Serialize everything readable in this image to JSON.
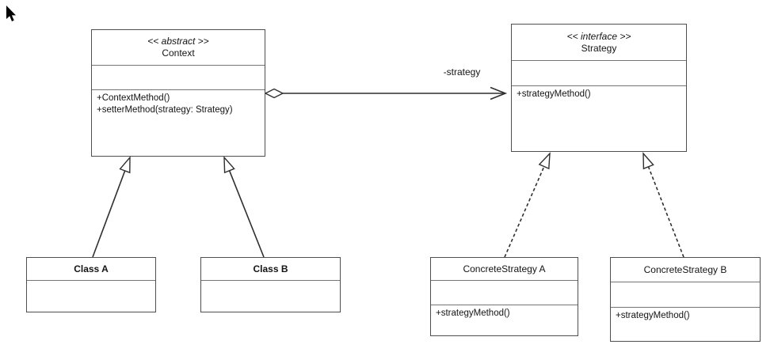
{
  "colors": {
    "bg": "#ffffff",
    "border": "#4e4e4e",
    "divider": "#757575",
    "line": "#2f2f2f",
    "text": "#141414"
  },
  "classes": {
    "context": {
      "stereotype": "<< abstract >>",
      "name": "Context",
      "methods": [
        "+ContextMethod()",
        "+setterMethod(strategy: Strategy)"
      ]
    },
    "strategy": {
      "stereotype": "<< interface >>",
      "name": "Strategy",
      "methods": [
        "+strategyMethod()"
      ]
    },
    "class_a": {
      "name": "Class A"
    },
    "class_b": {
      "name": "Class B"
    },
    "concrete_strategy_a": {
      "name": "ConcreteStrategy A",
      "methods": [
        "+strategyMethod()"
      ]
    },
    "concrete_strategy_b": {
      "name": "ConcreteStrategy B",
      "methods": [
        "+strategyMethod()"
      ]
    }
  },
  "relationships": [
    {
      "from": "Context",
      "to": "Strategy",
      "type": "aggregation",
      "label": "-strategy"
    },
    {
      "from": "Class A",
      "to": "Context",
      "type": "generalization"
    },
    {
      "from": "Class B",
      "to": "Context",
      "type": "generalization"
    },
    {
      "from": "ConcreteStrategy A",
      "to": "Strategy",
      "type": "realization"
    },
    {
      "from": "ConcreteStrategy B",
      "to": "Strategy",
      "type": "realization"
    }
  ]
}
